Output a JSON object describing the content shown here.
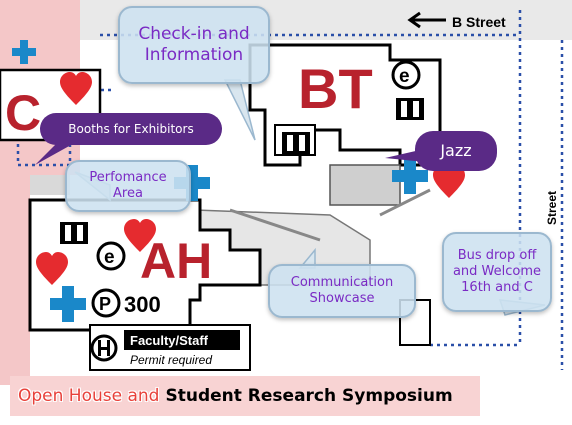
{
  "map": {
    "street_label": "B Street",
    "street_right": "Street",
    "buildings": {
      "bt": "BT",
      "ah": "AH",
      "c": "C"
    },
    "markers": {
      "e": "e",
      "parking_p": "P",
      "parking_number": "300"
    },
    "permit": {
      "sign": "Faculty/Staff",
      "note": "Permit required"
    }
  },
  "callouts": {
    "checkin": "Check-in and Information",
    "booths": "Booths for Exhibitors",
    "performance": "Perfomance Area",
    "jazz": "Jazz",
    "communication": "Communication Showcase",
    "bus": "Bus drop off and Welcome 16th and C"
  },
  "footer": {
    "title_red": "Open House and",
    "title_black": "Student Research Symposium"
  },
  "colors": {
    "building_red": "#b8222d",
    "heart_red": "#e52b2f",
    "accessible_blue": "#1a88c9",
    "callout_purple": "#5a2a86",
    "footer_bg": "#f8d3d3"
  }
}
